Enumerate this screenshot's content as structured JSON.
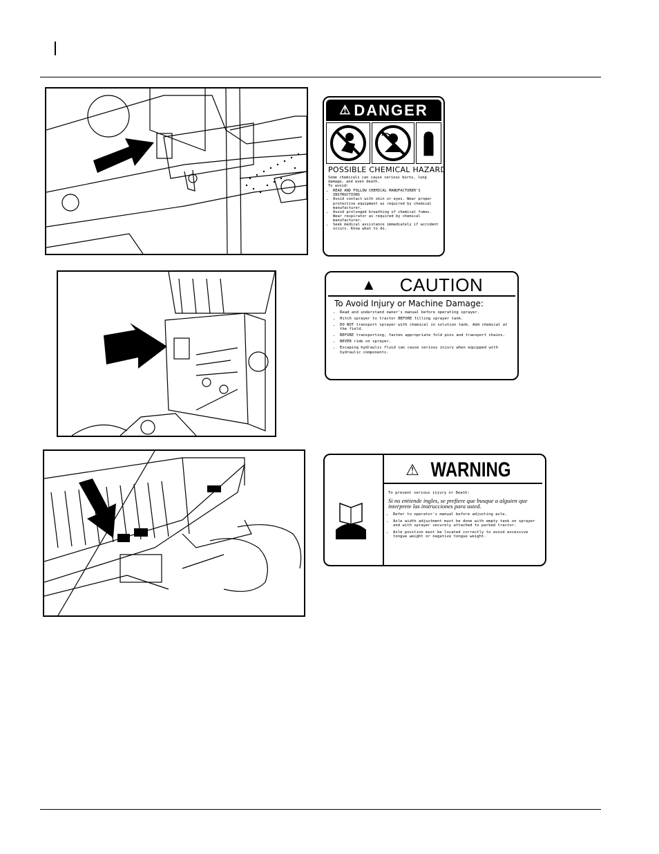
{
  "danger_label": {
    "header": "DANGER",
    "hazard_title": "POSSIBLE CHEMICAL HAZARD",
    "intro": "Some chemicals can cause serious burns, lung damage, and even death.",
    "to_avoid": "To avoid:",
    "items": [
      "READ AND FOLLOW CHEMICAL MANUFACTURER'S INSTRUCTIONS",
      "Avoid contact with skin or eyes. Wear proper protective equipment as required by chemical manufacturer.",
      "Avoid prolonged breathing of chemical fumes. Wear respirator as required by chemical manufacturer.",
      "Seek medical assistance immediately if accident occurs. Know what to do."
    ],
    "icons": [
      "no-contact-icon",
      "no-fumes-icon",
      "glove-icon"
    ]
  },
  "caution_label": {
    "header": "CAUTION",
    "subtitle": "To Avoid Injury or Machine Damage:",
    "items": [
      "Read and understand owner's manual before operating sprayer.",
      "Hitch sprayer to tractor BEFORE filling sprayer tank.",
      "DO NOT transport sprayer with chemical in solution tank. Add chemical at the field.",
      "BEFORE transporting, fasten appropriate fold pins and transport chains.",
      "NEVER ride on sprayer.",
      "Escaping hydraulic fluid can cause serious injury when equipped with hydraulic components."
    ]
  },
  "warning_label": {
    "header": "WARNING",
    "intro": "To prevent serious injury or Death:",
    "spanish": "Si no entiende ingles, se prefiere que busque a alguien que interprete las instrucciones para usted.",
    "items": [
      "Refer to operator's manual before adjusting axle.",
      "Axle width adjustment must be done with empty tank on sprayer and with sprayer securely attached to parked tractor.",
      "Axle position must be located correctly to avoid excessive tongue weight or negative tongue weight."
    ]
  }
}
